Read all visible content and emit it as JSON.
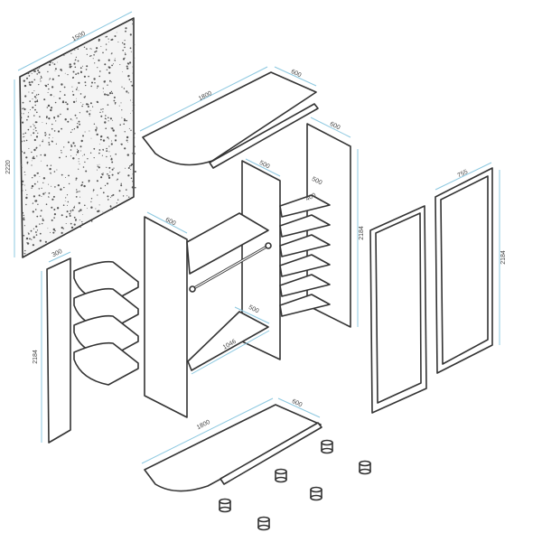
{
  "diagram": {
    "title": "Wardrobe exploded assembly view",
    "colors": {
      "outline": "#333333",
      "dimension": "#8cc8e0"
    },
    "labels": {
      "mirror_width": "1500",
      "mirror_height": "2220",
      "top_length": "1800",
      "top_depth": "600",
      "right_side_depth": "600",
      "right_side_height": "2184",
      "partition_depth": "500",
      "shelf_depth": "500",
      "shelf_width": "400",
      "left_side_depth": "600",
      "bottom_shelf_depth": "500",
      "bottom_shelf_length": "1046",
      "narrow_panel_depth": "300",
      "narrow_panel_height": "2184",
      "door_width": "755",
      "door_height": "2184",
      "bottom_length": "1800",
      "bottom_depth": "600"
    }
  }
}
